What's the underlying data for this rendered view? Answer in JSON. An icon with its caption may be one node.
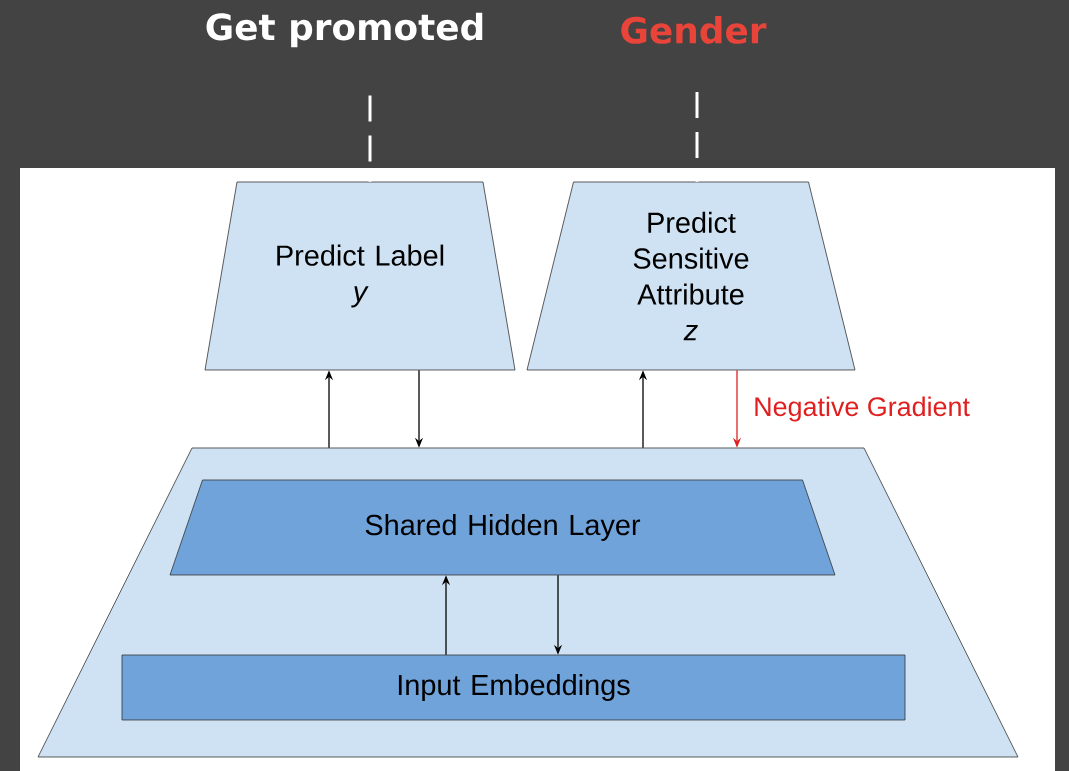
{
  "diagram": {
    "nodes": [
      {
        "text": [
          "Get promoted"
        ]
      },
      {
        "text": [
          "Gender"
        ]
      },
      {
        "text": [
          "Predict Label",
          "y"
        ]
      },
      {
        "text": [
          "Predict Sensitive Attribute",
          "z"
        ]
      },
      {
        "text": [],
        "shape": "trapezoid"
      },
      {
        "text": [
          "Shared Hidden Layer"
        ],
        "in": 4
      },
      {
        "text": [
          "Input Embeddings"
        ],
        "in": 4
      }
    ],
    "edges": [
      {
        "from": 0,
        "to": 2,
        "arrow": "none",
        "style": "dashed",
        "color": "#ffffff"
      },
      {
        "from": 1,
        "to": 3,
        "arrow": "none",
        "style": "dashed",
        "color": "#ffffff"
      },
      {
        "from": 4,
        "to": 2,
        "arrow": "to"
      },
      {
        "from": 2,
        "to": 4,
        "arrow": "to"
      },
      {
        "from": 4,
        "to": 3,
        "arrow": "to"
      },
      {
        "from": 3,
        "to": 4,
        "arrow": "to",
        "label": "Negative Gradient",
        "color": "#e02020"
      },
      {
        "from": 6,
        "to": 5,
        "arrow": "to"
      },
      {
        "from": 5,
        "to": 6,
        "arrow": "to"
      }
    ]
  }
}
